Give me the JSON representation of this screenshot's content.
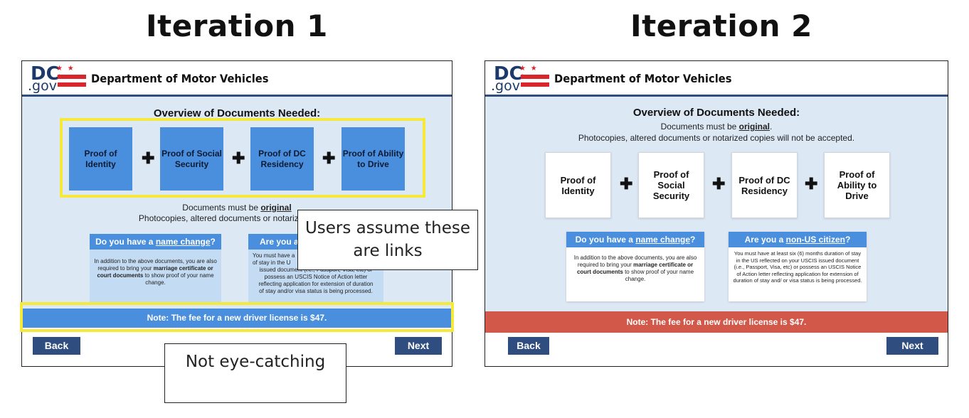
{
  "iteration1": {
    "title": "Iteration 1",
    "header": {
      "logo_dc": "DC",
      "logo_gov": ".gov",
      "logo_stars": "★ ★ ★",
      "title": "Department of Motor Vehicles"
    },
    "overview_title": "Overview of Documents Needed:",
    "documents": [
      "Proof of Identity",
      "Proof of Social Security",
      "Proof of DC Residency",
      "Proof of Ability to Drive"
    ],
    "plus_symbol": "✚",
    "requirement_prefix": "Documents must be ",
    "requirement_emphasis": "original",
    "requirement_line2": "Photocopies, altered documents or notarized copies",
    "name_change": {
      "heading_prefix": "Do you have a ",
      "heading_link": "name change",
      "heading_suffix": "?",
      "body_1": "In addition to the above documents, you are also required to bring your ",
      "body_bold": "marriage certificate or court documents",
      "body_2": " to show proof of your name change."
    },
    "non_us": {
      "heading_visible": "Are you a",
      "body_lines": [
        "You must have a",
        "of stay in the U",
        "issued document (i.e., Passport, Visa, etc) or",
        "possess an USCIS Notice of Action letter",
        "reflecting application for extension of duration",
        "of stay and/or visa status is being processed."
      ]
    },
    "note": "Note: The fee for a new driver license is $47.",
    "back_label": "Back",
    "next_label": "Next",
    "callout_links": "Users assume these are links",
    "callout_eye": "Not eye-catching"
  },
  "iteration2": {
    "title": "Iteration 2",
    "header": {
      "logo_dc": "DC",
      "logo_gov": ".gov",
      "logo_stars": "★ ★ ★",
      "title": "Department of Motor Vehicles"
    },
    "overview_title": "Overview of Documents Needed:",
    "requirement_prefix": "Documents must be ",
    "requirement_emphasis": "original",
    "requirement_suffix": ".",
    "requirement_line2": "Photocopies, altered documents or notarized copies will not be accepted.",
    "documents": [
      "Proof of Identity",
      "Proof of Social Security",
      "Proof of DC Residency",
      "Proof of Ability to Drive"
    ],
    "plus_symbol": "✚",
    "name_change": {
      "heading_prefix": "Do you have a ",
      "heading_link": "name change",
      "heading_suffix": "?",
      "body_1": "In addition to the above documents, you are also required to bring your ",
      "body_bold": "marriage certificate or court documents",
      "body_2": " to show proof of your name change."
    },
    "non_us": {
      "heading_prefix": "Are you a ",
      "heading_link": "non-US citizen",
      "heading_suffix": "?",
      "body": "You must have at least six (6) months duration of stay in the US reflected on your USCIS issued document (i.e., Passport, Visa, etc) or possess an USCIS Notice of Action letter reflecting application for extension of duration of stay and/ or visa status is being processed."
    },
    "note": "Note: The fee for a new driver license is $47.",
    "back_label": "Back",
    "next_label": "Next"
  },
  "colors": {
    "header_rule": "#2f4d7e",
    "content_bg": "#dde8f5",
    "doc_box_blue": "#4a8fdd",
    "card_head_blue": "#4a8fdd",
    "note_blue": "#4a8fdd",
    "note_red": "#d2584a",
    "button": "#2f4d7e",
    "highlight": "#f5ea3a",
    "logo_red": "#d9262c",
    "logo_navy": "#1b3a6b"
  }
}
